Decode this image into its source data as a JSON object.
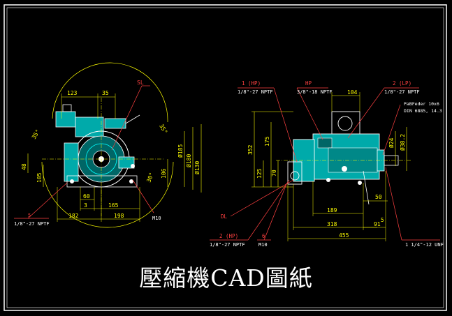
{
  "caption": "壓縮機CAD圖紙",
  "colors": {
    "background": "#000000",
    "frame": "#ffffff",
    "dimension": "#ffff00",
    "outline": "#ffffff",
    "body_fill": "#00c8c8",
    "leader": "#ff4040",
    "label": "#ff4040",
    "hidden": "#00ff00"
  },
  "left_view": {
    "dims": {
      "top_a": "123",
      "top_b": "35",
      "arc_left": "35°",
      "arc_right": "35°",
      "left_a": "48",
      "left_b": "105",
      "right_a": "Ø185",
      "right_b": "Ø180",
      "right_c": "Ø130",
      "right_d": "106",
      "mid": "30°",
      "bottom_a": "60",
      "bottom_b": "3",
      "bottom_c": "165",
      "bottom_d": "182",
      "bottom_e": "198"
    },
    "labels": {
      "sl": "SL",
      "m10": "M10",
      "port": "5",
      "thread": "1/8\"-27 NPTF"
    }
  },
  "right_view": {
    "dims": {
      "h_total": "352",
      "h_a": "175",
      "h_b": "125",
      "h_c": "70",
      "w_top": "104",
      "d_a": "Ø24",
      "d_b": "Ø38.2",
      "w_a": "50",
      "w_b": "189",
      "w_c": "318",
      "w_d": "91",
      "w_total": "455",
      "foot": "5"
    },
    "labels": {
      "port1_name": "1 (HP)",
      "port1_thread": "1/8\"-27 NPTF",
      "hp_name": "HP",
      "hp_thread": "3/8\"-18 NPTF",
      "port2_name": "2 (LP)",
      "port2_thread": "1/8\"-27 NPTF",
      "key": "PaBFeder 10x6",
      "key_std": "DIN 6885, 14.3",
      "dl": "DL",
      "port2b_name": "2 (HP)",
      "port2b_thread": "1/8\"-27 NPTF",
      "port6": "6",
      "m10": "M10",
      "unf": "1 1/4\"-12 UNF"
    }
  }
}
